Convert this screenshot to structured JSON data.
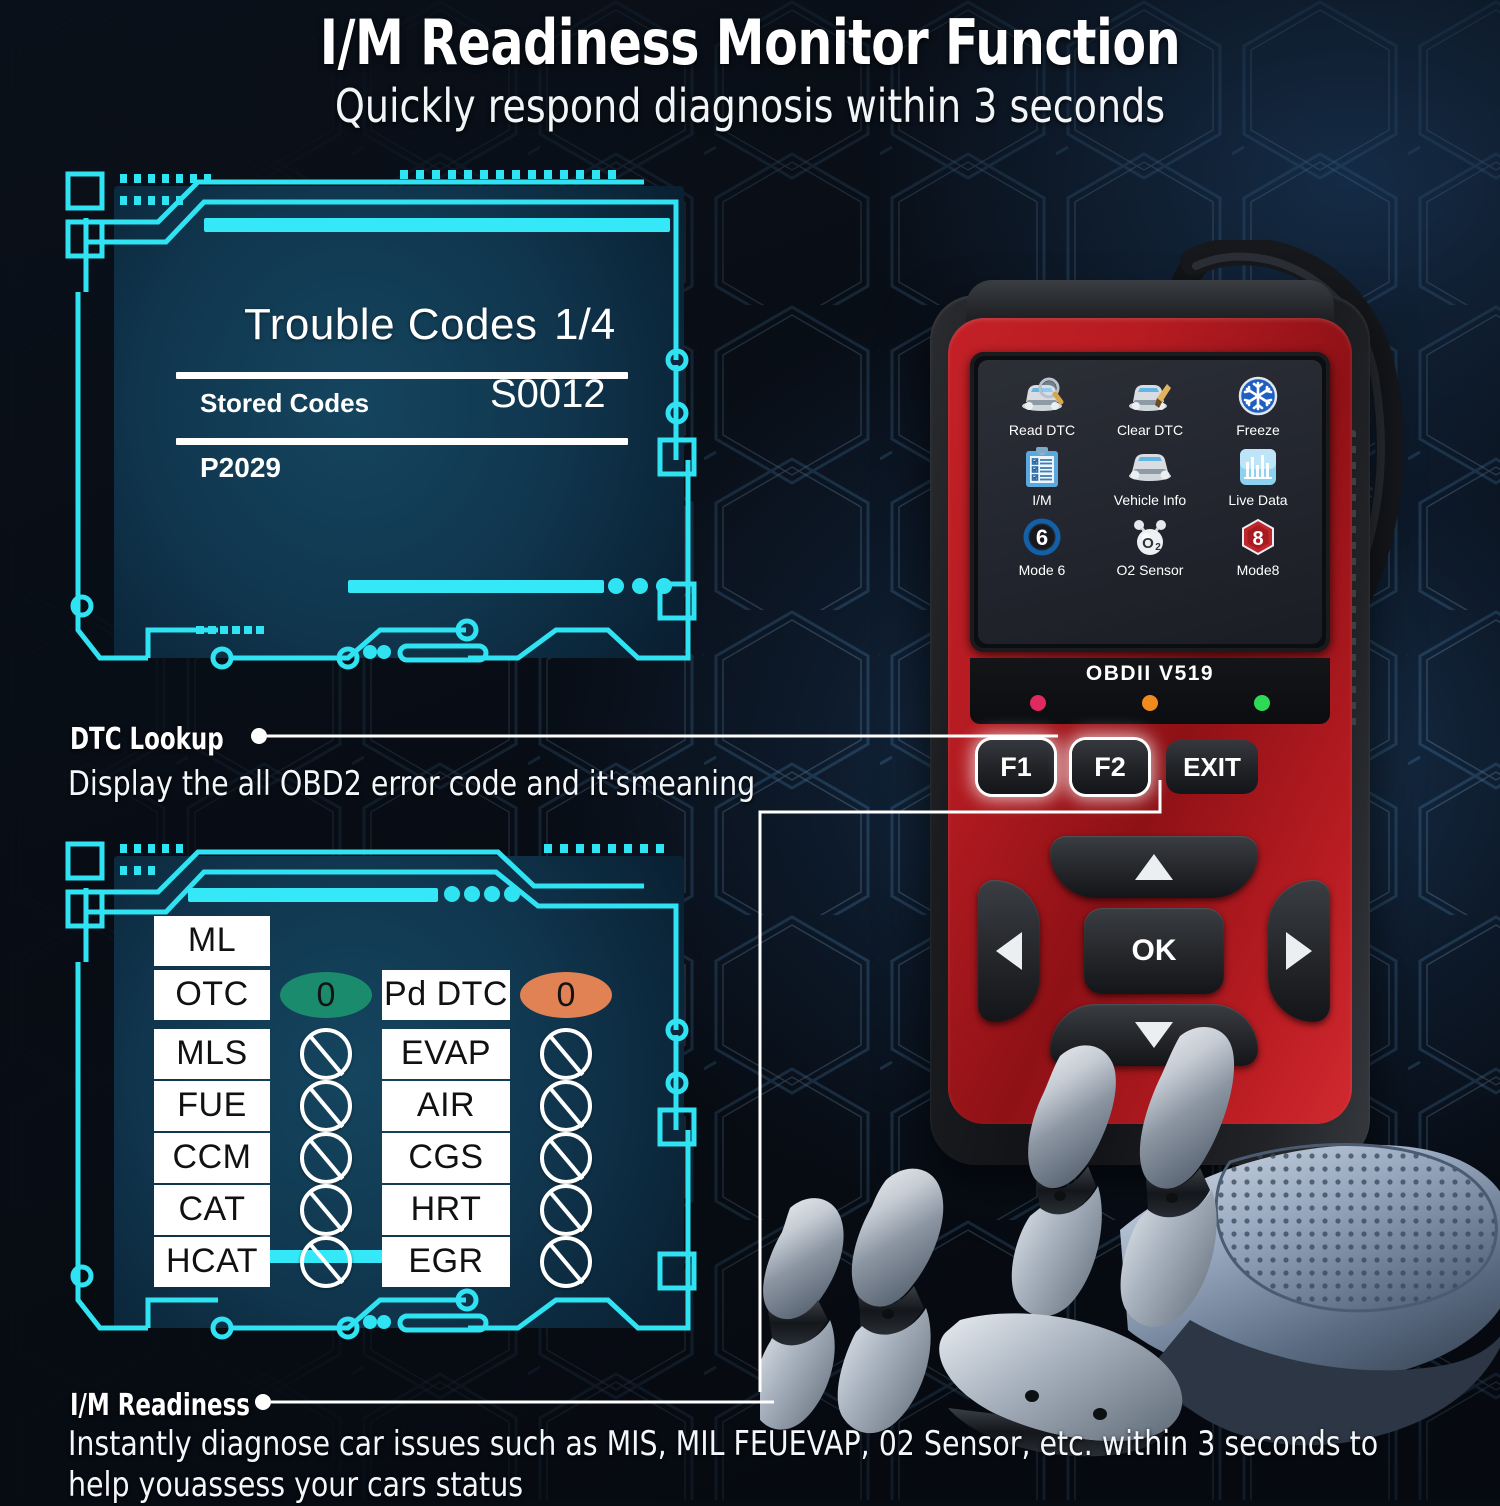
{
  "header": {
    "title": "I/M Readiness Monitor Function",
    "subtitle": "Quickly respond diagnosis within 3 seconds"
  },
  "colors": {
    "cyan": "#2fe3f2",
    "panel_blue": "#10364e",
    "device_red": "#b81c22",
    "status_green": "#1a8b6d",
    "status_orange": "#e08254",
    "led_red": "#e0295f",
    "led_orange": "#f08a1e",
    "led_green": "#2ed957"
  },
  "trouble_codes_screen": {
    "title": "Trouble Codes",
    "page": "1/4",
    "row_label": "Stored Codes",
    "row_value": "S0012",
    "code": "P2029"
  },
  "callouts": [
    {
      "id": "dtc-lookup",
      "title": "DTC Lookup",
      "body": "Display the all OBD2 error code and it'smeaning"
    },
    {
      "id": "im-readiness",
      "title": "I/M Readiness",
      "body": "Instantly diagnose car issues such as MIS, MIL FEUEVAP, 02 Sensor, etc. within 3 seconds to\nhelp youassess your cars status"
    }
  ],
  "im_readiness": {
    "rows": [
      {
        "left_label": "ML",
        "left_status": "",
        "left_value": "",
        "right_label": "",
        "right_status": "",
        "right_value": ""
      },
      {
        "left_label": "OTC",
        "left_status": "pill-green",
        "left_value": "0",
        "right_label": "Pd DTC",
        "right_status": "pill-orange",
        "right_value": "0"
      },
      {
        "left_label": "MLS",
        "left_status": "not-ready",
        "left_value": "",
        "right_label": "EVAP",
        "right_status": "not-ready",
        "right_value": ""
      },
      {
        "left_label": "FUE",
        "left_status": "not-ready",
        "left_value": "",
        "right_label": "AIR",
        "right_status": "not-ready",
        "right_value": ""
      },
      {
        "left_label": "CCM",
        "left_status": "not-ready",
        "left_value": "",
        "right_label": "CGS",
        "right_status": "not-ready",
        "right_value": ""
      },
      {
        "left_label": "CAT",
        "left_status": "not-ready",
        "left_value": "",
        "right_label": "HRT",
        "right_status": "not-ready",
        "right_value": ""
      },
      {
        "left_label": "HCAT",
        "left_status": "not-ready",
        "left_value": "",
        "right_label": "EGR",
        "right_status": "not-ready",
        "right_value": ""
      }
    ]
  },
  "device": {
    "brand": "OBDII  V519",
    "leds": [
      "led-red",
      "led-orange",
      "led-green"
    ],
    "menu": [
      {
        "label": "Read DTC",
        "icon": "car-magnifier-icon"
      },
      {
        "label": "Clear DTC",
        "icon": "car-brush-icon"
      },
      {
        "label": "Freeze",
        "icon": "snowflake-icon"
      },
      {
        "label": "I/M",
        "icon": "clipboard-checklist-icon"
      },
      {
        "label": "Vehicle Info",
        "icon": "car-front-icon"
      },
      {
        "label": "Live Data",
        "icon": "bar-graph-icon"
      },
      {
        "label": "Mode 6",
        "icon": "mode-six-icon"
      },
      {
        "label": "O2 Sensor",
        "icon": "o2-molecule-icon"
      },
      {
        "label": "Mode8",
        "icon": "mode-eight-icon"
      }
    ],
    "function_buttons": [
      {
        "label": "F1",
        "highlighted": true
      },
      {
        "label": "F2",
        "highlighted": true
      },
      {
        "label": "EXIT",
        "highlighted": false
      }
    ],
    "navigation": {
      "up": "▲",
      "down": "▼",
      "left": "◀",
      "right": "▶",
      "center": "OK"
    }
  }
}
